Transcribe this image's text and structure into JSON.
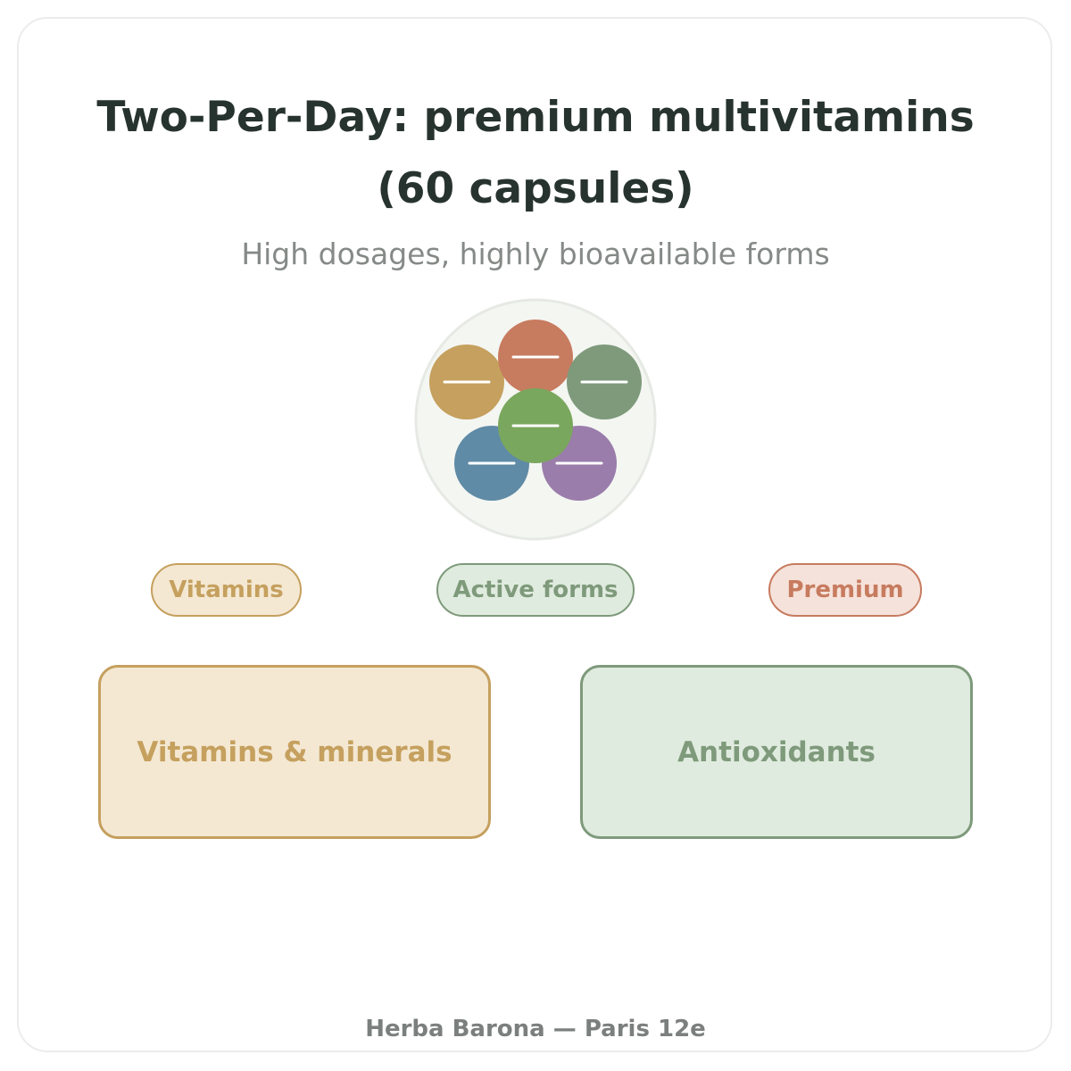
{
  "header": {
    "title": "Two-Per-Day: premium multivitamins (60 capsules)",
    "subtitle": "High dosages, highly bioavailable forms"
  },
  "illustration": {
    "icon": "capsule-cluster-icon",
    "plate_color": "#f4f6f2",
    "plate_border": "#e6e9e4",
    "mark_color": "#ffffff",
    "capsule_colors": [
      "#c5a05e",
      "#c77b5f",
      "#7e9a7b",
      "#5f8ba6",
      "#9a7daa",
      "#7aa75e"
    ]
  },
  "tags": [
    {
      "label": "Vitamins",
      "text_color": "#c5a05e",
      "border_color": "#c5a05e",
      "fill_color": "#f4e8d3"
    },
    {
      "label": "Active forms",
      "text_color": "#7e9a7b",
      "border_color": "#7e9a7b",
      "fill_color": "#e0ebdf"
    },
    {
      "label": "Premium",
      "text_color": "#c77b5f",
      "border_color": "#c77b5f",
      "fill_color": "#f5e2da"
    }
  ],
  "boxes": [
    {
      "label": "Vitamins & minerals",
      "text_color": "#c5a05e",
      "border_color": "#c5a05e",
      "fill_color": "#f4e8d3"
    },
    {
      "label": "Antioxidants",
      "text_color": "#7e9a7b",
      "border_color": "#7e9a7b",
      "fill_color": "#e0ebdf"
    }
  ],
  "footer": {
    "text": "Herba Barona — Paris 12e"
  }
}
